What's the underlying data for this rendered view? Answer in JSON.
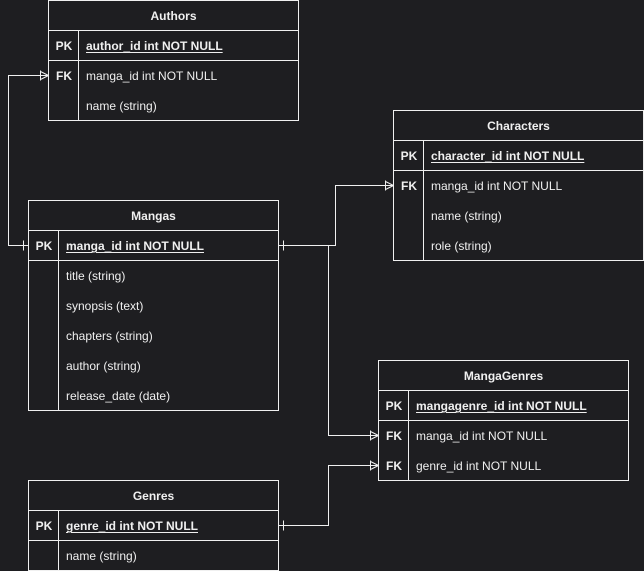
{
  "tables": {
    "authors": {
      "name": "Authors",
      "rows": [
        {
          "key": "PK",
          "text": "author_id int NOT NULL"
        },
        {
          "key": "FK",
          "text": "manga_id int NOT NULL"
        },
        {
          "key": "",
          "text": "name (string)"
        }
      ]
    },
    "characters": {
      "name": "Characters",
      "rows": [
        {
          "key": "PK",
          "text": "character_id int NOT NULL"
        },
        {
          "key": "FK",
          "text": "manga_id int NOT NULL"
        },
        {
          "key": "",
          "text": "name (string)"
        },
        {
          "key": "",
          "text": "role (string)"
        }
      ]
    },
    "mangas": {
      "name": "Mangas",
      "rows": [
        {
          "key": "PK",
          "text": "manga_id int NOT NULL"
        },
        {
          "key": "",
          "text": "title (string)"
        },
        {
          "key": "",
          "text": "synopsis (text)"
        },
        {
          "key": "",
          "text": "chapters (string)"
        },
        {
          "key": "",
          "text": "author (string)"
        },
        {
          "key": "",
          "text": "release_date (date)"
        }
      ]
    },
    "mangagenres": {
      "name": "MangaGenres",
      "rows": [
        {
          "key": "PK",
          "text": "mangagenre_id int NOT NULL"
        },
        {
          "key": "FK",
          "text": "manga_id int NOT NULL"
        },
        {
          "key": "FK",
          "text": "genre_id int NOT NULL"
        }
      ]
    },
    "genres": {
      "name": "Genres",
      "rows": [
        {
          "key": "PK",
          "text": "genre_id int NOT NULL"
        },
        {
          "key": "",
          "text": "name (string)"
        }
      ]
    }
  },
  "colors": {
    "background": "#1e1e21",
    "foreground": "#f0f0f0"
  }
}
